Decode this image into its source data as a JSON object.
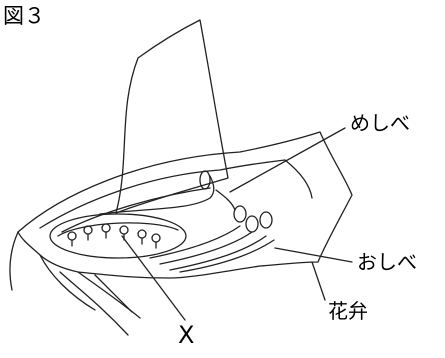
{
  "figure": {
    "title": "図３",
    "labels": {
      "pistil": "めしべ",
      "stamen": "おしべ",
      "petal": "花弁",
      "x": "X"
    }
  }
}
